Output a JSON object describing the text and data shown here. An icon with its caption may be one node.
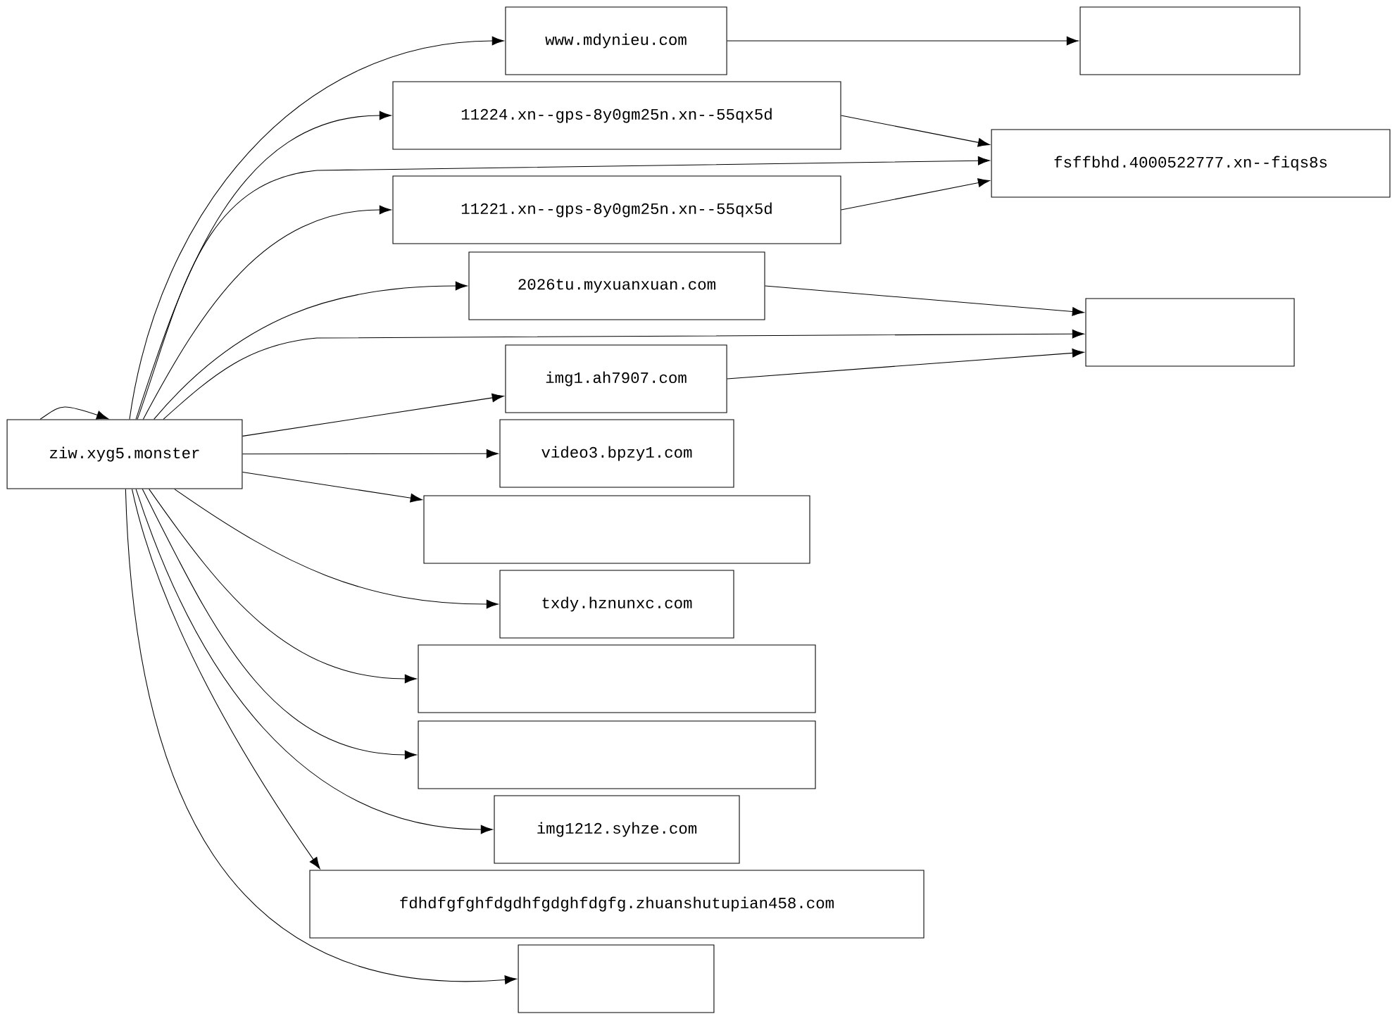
{
  "diagram": {
    "nodes": [
      {
        "text": [
          "ziw.xyg5.monster"
        ]
      },
      {
        "text": [
          "www.mdynieu.com"
        ]
      },
      {
        "text": [],
        "shape": "box"
      },
      {
        "text": [
          "11224.xn--gps-8y0gm25n.xn--55qx5d"
        ]
      },
      {
        "text": [
          "fsffbhd.4000522777.xn--fiqs8s"
        ]
      },
      {
        "text": [
          "11221.xn--gps-8y0gm25n.xn--55qx5d"
        ]
      },
      {
        "text": [
          "2026tu.myxuanxuan.com"
        ]
      },
      {
        "text": [],
        "shape": "box"
      },
      {
        "text": [
          "img1.ah7907.com"
        ]
      },
      {
        "text": [
          "video3.bpzy1.com"
        ]
      },
      {
        "text": [],
        "shape": "box"
      },
      {
        "text": [
          "txdy.hznunxc.com"
        ]
      },
      {
        "text": [],
        "shape": "box"
      },
      {
        "text": [],
        "shape": "box"
      },
      {
        "text": [
          "img1212.syhze.com"
        ]
      },
      {
        "text": [
          "fdhdfgfghfdgdhfgdghfdgfg.zhuanshutupian458.com"
        ]
      },
      {
        "text": [],
        "shape": "box"
      }
    ],
    "edges": [
      {
        "from": 0,
        "to": 0,
        "arrow": "to"
      },
      {
        "from": 0,
        "to": 1,
        "arrow": "to"
      },
      {
        "from": 0,
        "to": 3,
        "arrow": "to"
      },
      {
        "from": 0,
        "to": 4,
        "arrow": "to"
      },
      {
        "from": 0,
        "to": 5,
        "arrow": "to"
      },
      {
        "from": 0,
        "to": 6,
        "arrow": "to"
      },
      {
        "from": 0,
        "to": 7,
        "arrow": "to"
      },
      {
        "from": 0,
        "to": 8,
        "arrow": "to"
      },
      {
        "from": 0,
        "to": 9,
        "arrow": "to"
      },
      {
        "from": 0,
        "to": 10,
        "arrow": "to"
      },
      {
        "from": 0,
        "to": 11,
        "arrow": "to"
      },
      {
        "from": 0,
        "to": 12,
        "arrow": "to"
      },
      {
        "from": 0,
        "to": 13,
        "arrow": "to"
      },
      {
        "from": 0,
        "to": 14,
        "arrow": "to"
      },
      {
        "from": 0,
        "to": 15,
        "arrow": "to"
      },
      {
        "from": 0,
        "to": 16,
        "arrow": "to"
      },
      {
        "from": 1,
        "to": 2,
        "arrow": "to"
      },
      {
        "from": 3,
        "to": 4,
        "arrow": "to"
      },
      {
        "from": 5,
        "to": 4,
        "arrow": "to"
      },
      {
        "from": 6,
        "to": 7,
        "arrow": "to"
      },
      {
        "from": 8,
        "to": 7,
        "arrow": "to"
      }
    ]
  }
}
